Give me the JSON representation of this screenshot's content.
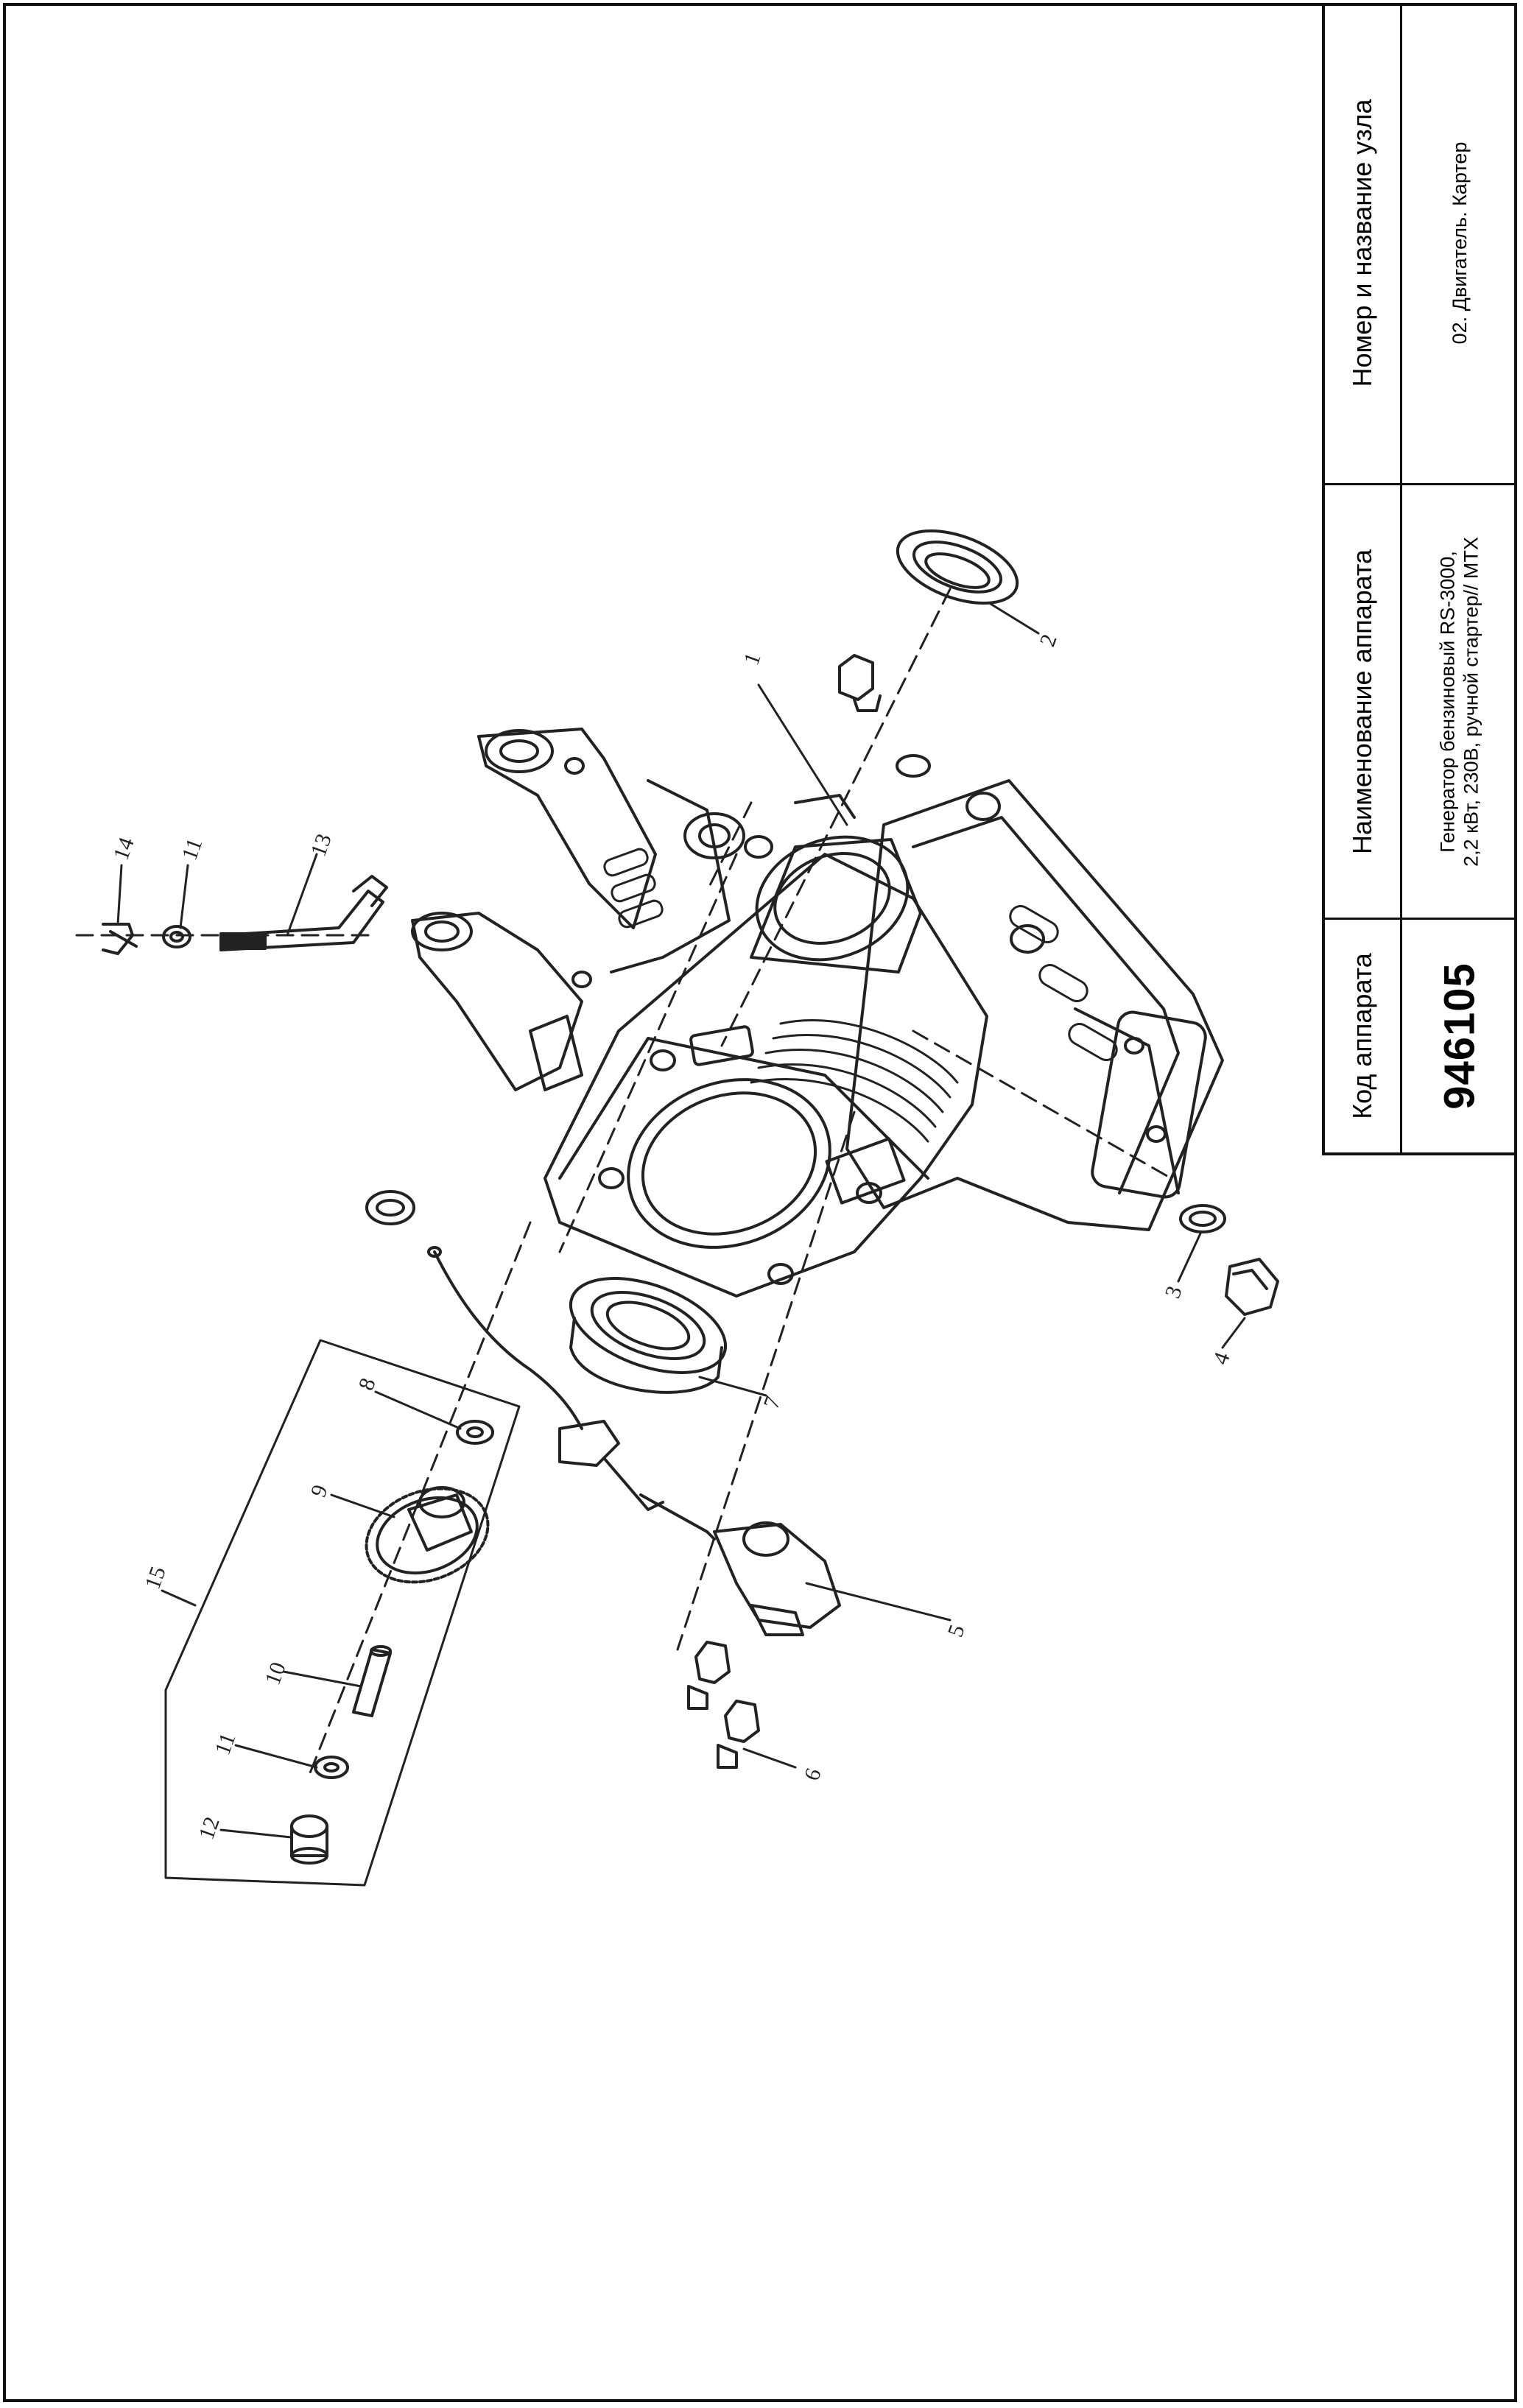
{
  "title_block": {
    "code_header": "Код аппарата",
    "code_value": "946105",
    "device_header": "Наименование аппарата",
    "device_value_line1": "Генератор бензиновый RS-3000,",
    "device_value_line2": "2,2 кВт, 230В, ручной стартер// MTX",
    "assembly_header": "Номер и название узла",
    "assembly_value": "02. Двигатель. Картер"
  },
  "callouts": [
    "1",
    "2",
    "3",
    "4",
    "5",
    "6",
    "7",
    "8",
    "9",
    "10",
    "11",
    "12",
    "13",
    "14",
    "11",
    "15"
  ]
}
